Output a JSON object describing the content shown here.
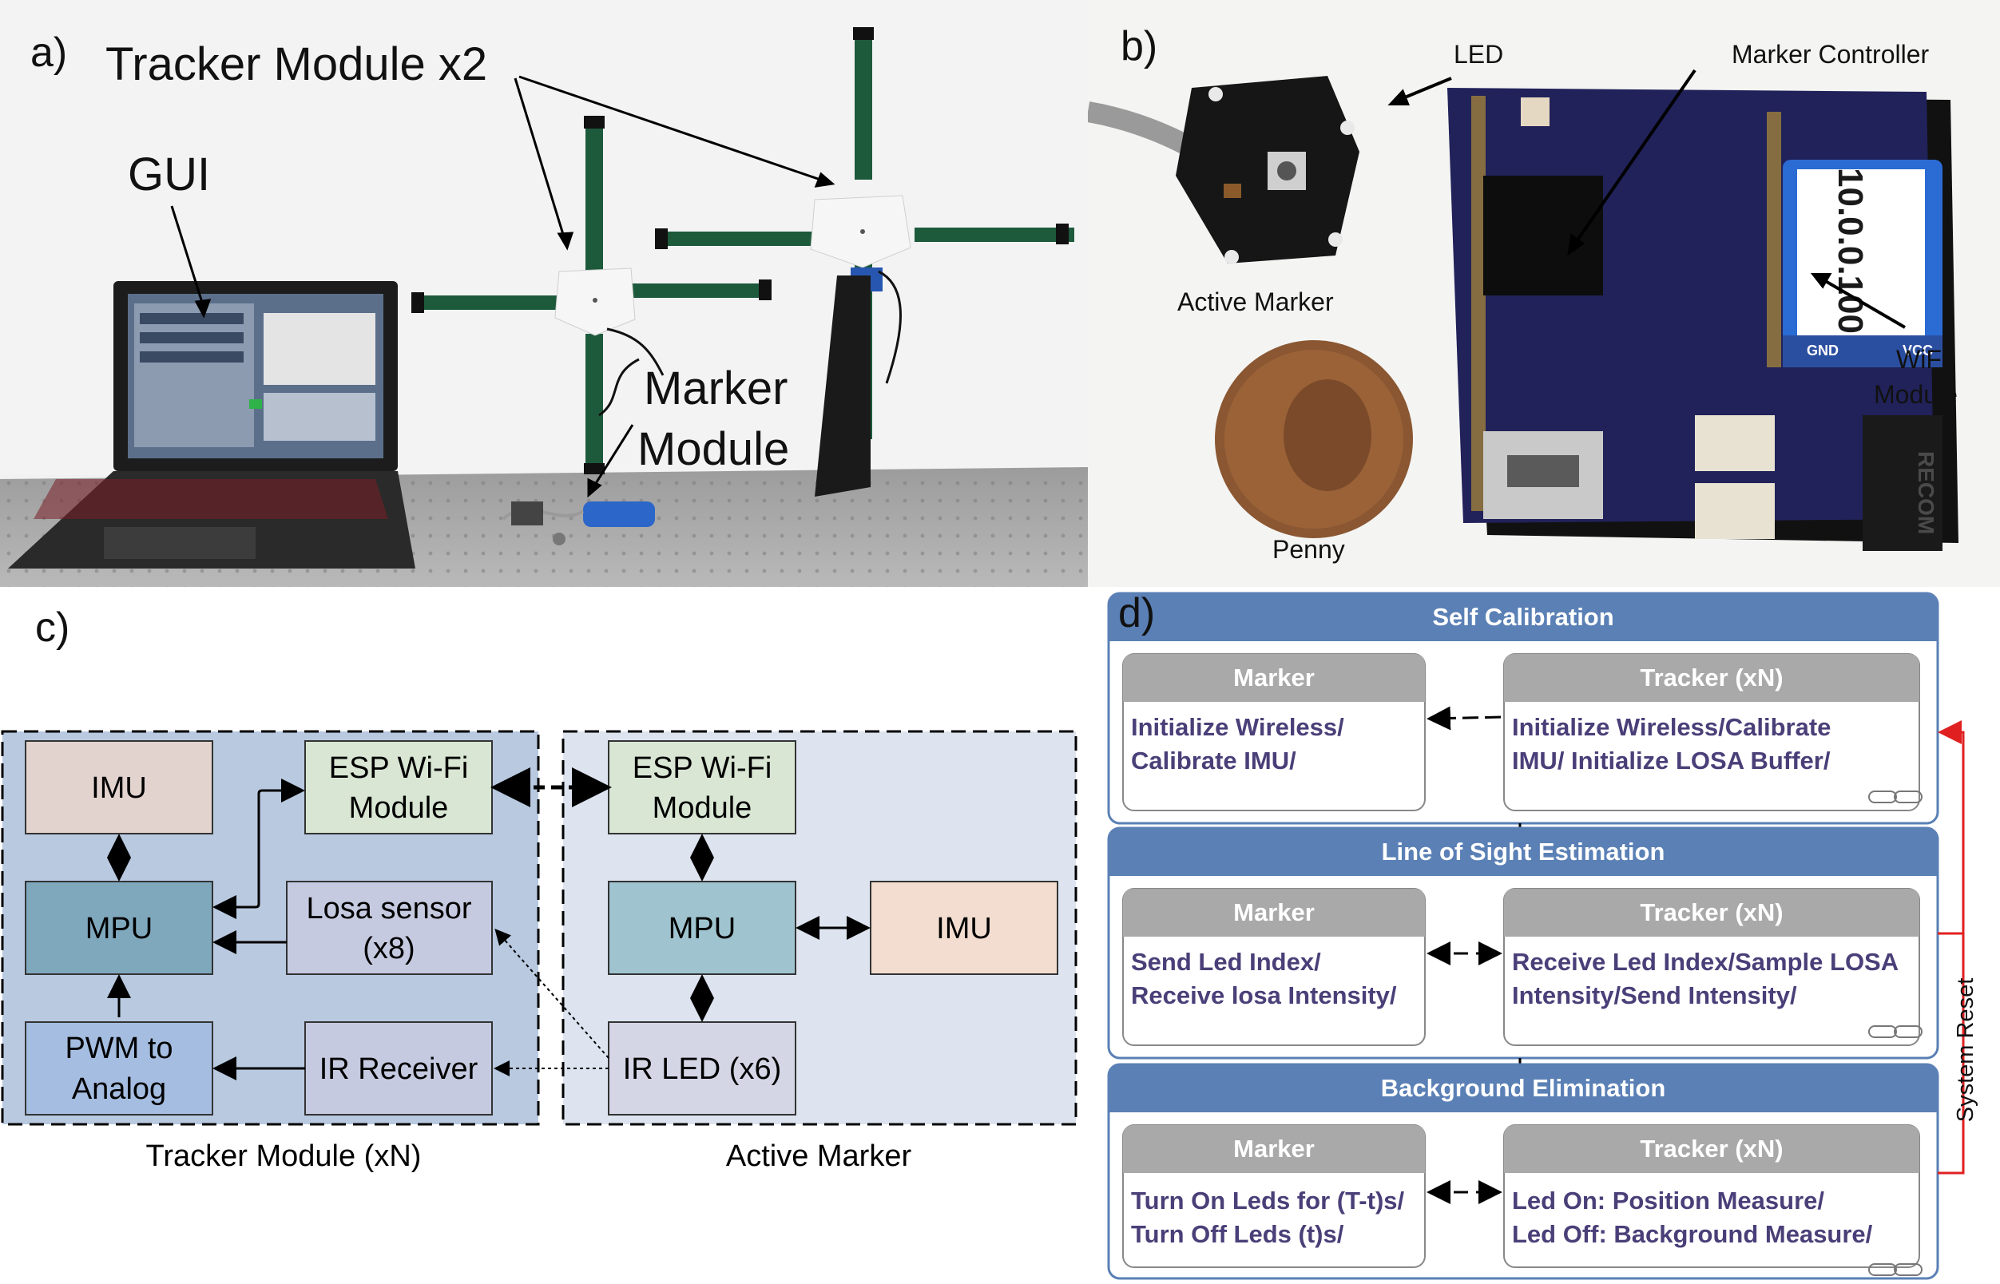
{
  "panel_a": {
    "letter": "a)",
    "tracker_label": "Tracker Module x2",
    "gui_label": "GUI",
    "marker_module_label": [
      "Marker",
      "Module"
    ]
  },
  "panel_b": {
    "letter": "b)",
    "led_label": "LED",
    "marker_controller_label": "Marker Controller",
    "active_marker_label": "Active Marker",
    "wifi_label": [
      "WiFi",
      "Module"
    ],
    "penny_label": "Penny",
    "ip_sticker_text": "10.0.0.100",
    "silk_recom": "RECOM",
    "silk_gnd": "GND",
    "silk_vcc": "VCC"
  },
  "panel_c": {
    "letter": "c)",
    "tracker_caption": "Tracker Module (xN)",
    "marker_caption": "Active Marker",
    "tracker_blocks": {
      "imu": "IMU",
      "esp": [
        "ESP Wi-Fi",
        "Module"
      ],
      "mpu": "MPU",
      "losa": [
        "Losa sensor",
        "(x8)"
      ],
      "pwm": [
        "PWM to",
        "Analog"
      ],
      "ir_receiver": "IR Receiver"
    },
    "marker_blocks": {
      "esp": [
        "ESP Wi-Fi",
        "Module"
      ],
      "mpu": "MPU",
      "imu": "IMU",
      "ir_led": "IR LED (x6)"
    },
    "colors": {
      "tracker_bg": "#b8c9e0",
      "marker_bg": "#dde4f0",
      "imu": "#e3d3cf",
      "esp": "#d8e6d3",
      "mpu": "#7fa8bd",
      "marker_mpu": "#9fc4d0",
      "losa": "#c6cae0",
      "pwm": "#a5bde0",
      "ir_receiver": "#c6cae0",
      "marker_imu": "#f2ddd0",
      "ir_led": "#d4d6e6"
    }
  },
  "panel_d": {
    "letter": "d)",
    "side_label": "System Reset",
    "stages": [
      {
        "title": "Self Calibration",
        "marker_header": "Marker",
        "marker_lines": [
          "Initialize Wireless/",
          "Calibrate IMU/"
        ],
        "tracker_header": "Tracker (xN)",
        "tracker_lines": [
          "Initialize Wireless/Calibrate",
          "IMU/ Initialize LOSA Buffer/"
        ]
      },
      {
        "title": "Line of Sight Estimation",
        "marker_header": "Marker",
        "marker_lines": [
          "Send Led Index/",
          "Receive losa Intensity/"
        ],
        "tracker_header": "Tracker (xN)",
        "tracker_lines": [
          "Receive Led Index/Sample LOSA",
          "Intensity/Send Intensity/"
        ]
      },
      {
        "title": "Background Elimination",
        "marker_header": "Marker",
        "marker_lines": [
          "Turn On Leds for (T-t)s/",
          "Turn Off Leds (t)s/"
        ],
        "tracker_header": "Tracker (xN)",
        "tracker_lines": [
          "Led On: Position Measure/",
          "Led Off: Background Measure/"
        ]
      }
    ],
    "colors": {
      "stage_header": "#5a80b5",
      "sub_header": "#a9a9a9",
      "body_text": "#4a3f78",
      "reset_line": "#e02020"
    }
  }
}
